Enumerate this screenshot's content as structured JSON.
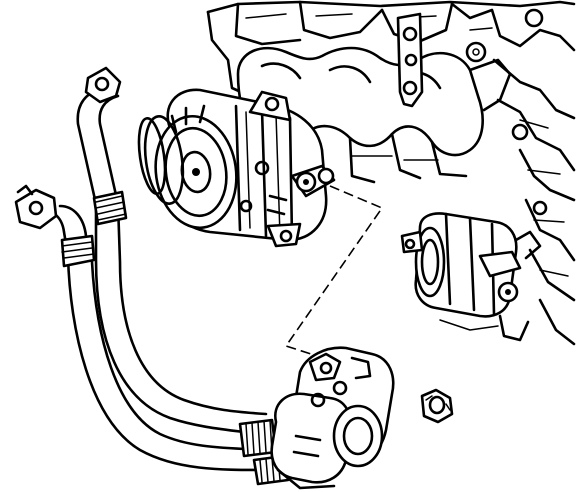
{
  "figure": {
    "kind": "line-drawing",
    "parts": [
      "engine-block",
      "exhaust-manifold",
      "ac-compressor",
      "starter-motor",
      "ac-hose-suction",
      "ac-hose-discharge",
      "hose-manifold-block",
      "mounting-nut"
    ],
    "colors": {
      "ink": "#000000",
      "paper": "#ffffff"
    }
  }
}
